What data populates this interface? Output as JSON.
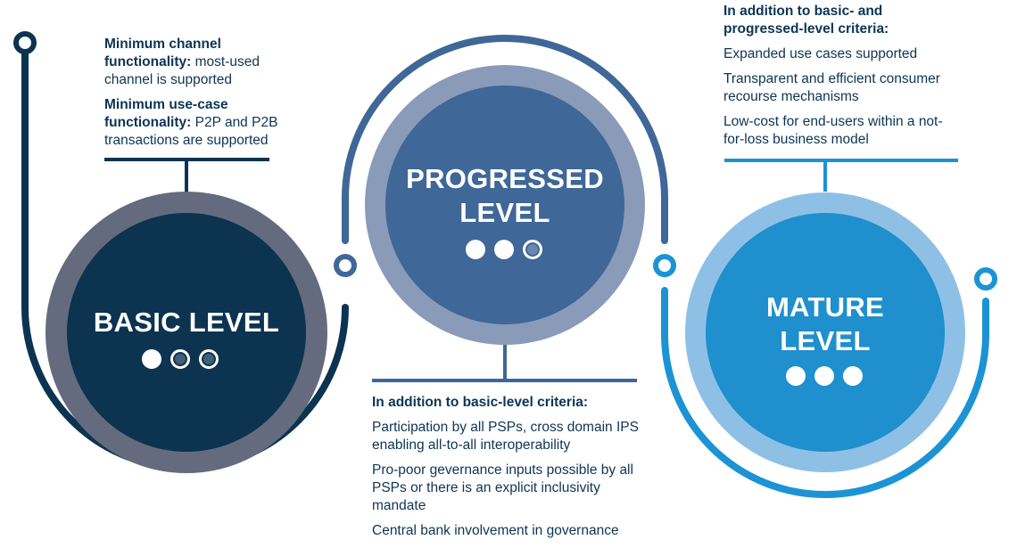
{
  "colors": {
    "basic_dark": "#0c3350",
    "basic_ring": "#656b7e",
    "progressed_core": "#3f6797",
    "progressed_ring": "#8a9ab9",
    "progressed_line": "#3f6797",
    "mature_core": "#1f8fcd",
    "mature_ring": "#8ec0e6",
    "mature_line": "#1c93d4",
    "text": "#0d3554"
  },
  "basic": {
    "title": "BASIC LEVEL",
    "dots": [
      true,
      false,
      false
    ],
    "criteria": [
      {
        "bold": "Minimum channel functionality:",
        "text": " most-used channel is supported"
      },
      {
        "bold": "Minimum use-case functionality:",
        "text": " P2P and P2B transactions are supported"
      }
    ]
  },
  "progressed": {
    "title_line1": "PROGRESSED",
    "title_line2": "LEVEL",
    "dots": [
      true,
      true,
      false
    ],
    "heading": "In addition to basic-level criteria:",
    "criteria": [
      "Participation by all PSPs, cross domain IPS enabling all-to-all interoperability",
      "Pro-poor gevernance inputs possible by all PSPs or there is an explicit inclusivity mandate",
      "Central bank involvement in governance"
    ]
  },
  "mature": {
    "title_line1": "MATURE",
    "title_line2": "LEVEL",
    "dots": [
      true,
      true,
      true
    ],
    "heading": "In addition to basic- and progressed-level criteria:",
    "criteria": [
      "Expanded use cases supported",
      "Transparent and efficient consumer recourse mechanisms",
      "Low-cost for end-users within a not-for-loss business model"
    ]
  }
}
